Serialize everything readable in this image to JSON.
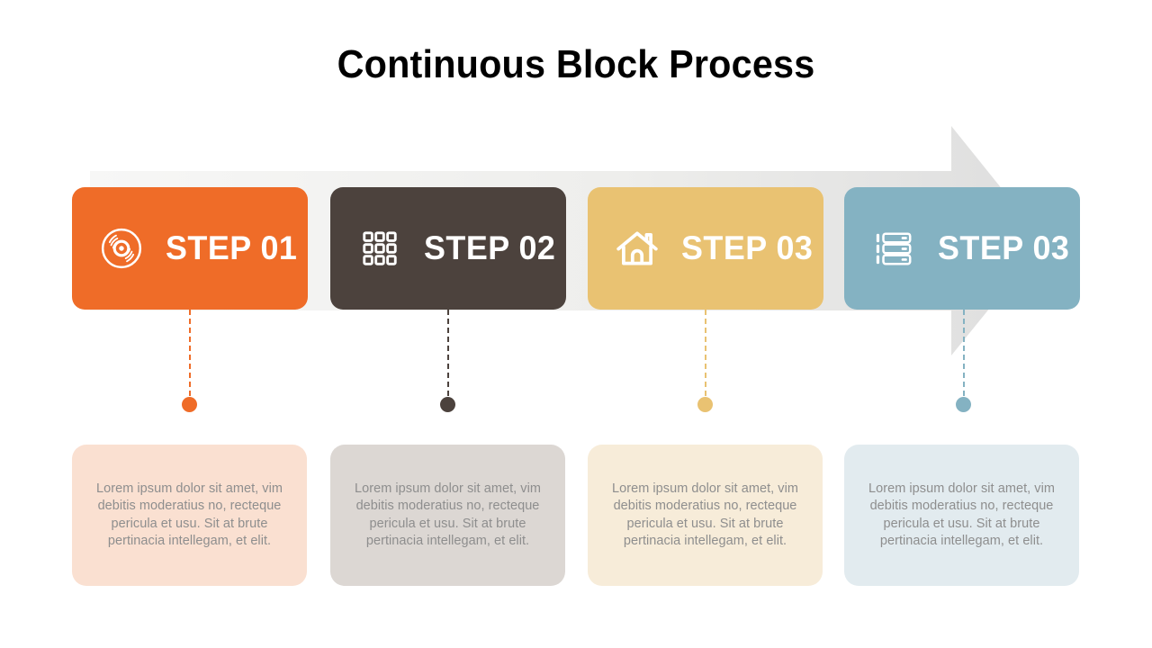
{
  "title": "Continuous Block Process",
  "arrow": {
    "name": "process-arrow",
    "color": "#e1e1de"
  },
  "body_text": "Lorem ipsum dolor sit amet, vim debitis moderatius no, recteque pericula et usu. Sit at brute pertinacia intellegam, et elit.",
  "steps": [
    {
      "label": "STEP 01",
      "icon": "vinyl-disc-icon",
      "color": "#ef6c28",
      "card_color": "#fae0d1",
      "dot_color": "#ef6c28",
      "text": "Lorem ipsum dolor sit amet, vim debitis moderatius no, recteque pericula et usu. Sit at brute pertinacia intellegam, et elit."
    },
    {
      "label": "STEP 02",
      "icon": "grid-icon",
      "color": "#4c423d",
      "card_color": "#dcd7d3",
      "dot_color": "#4c423d",
      "text": "Lorem ipsum dolor sit amet, vim debitis moderatius no, recteque pericula et usu. Sit at brute pertinacia intellegam, et elit."
    },
    {
      "label": "STEP 03",
      "icon": "home-icon",
      "color": "#e9c272",
      "card_color": "#f7ecd9",
      "dot_color": "#e9c272",
      "text": "Lorem ipsum dolor sit amet, vim debitis moderatius no, recteque pericula et usu. Sit at brute pertinacia intellegam, et elit."
    },
    {
      "label": "STEP 03",
      "icon": "server-stack-icon",
      "color": "#84b2c2",
      "card_color": "#e2ebef",
      "dot_color": "#84b2c2",
      "text": "Lorem ipsum dolor sit amet, vim debitis moderatius no, recteque pericula et usu. Sit at brute pertinacia intellegam, et elit."
    }
  ]
}
